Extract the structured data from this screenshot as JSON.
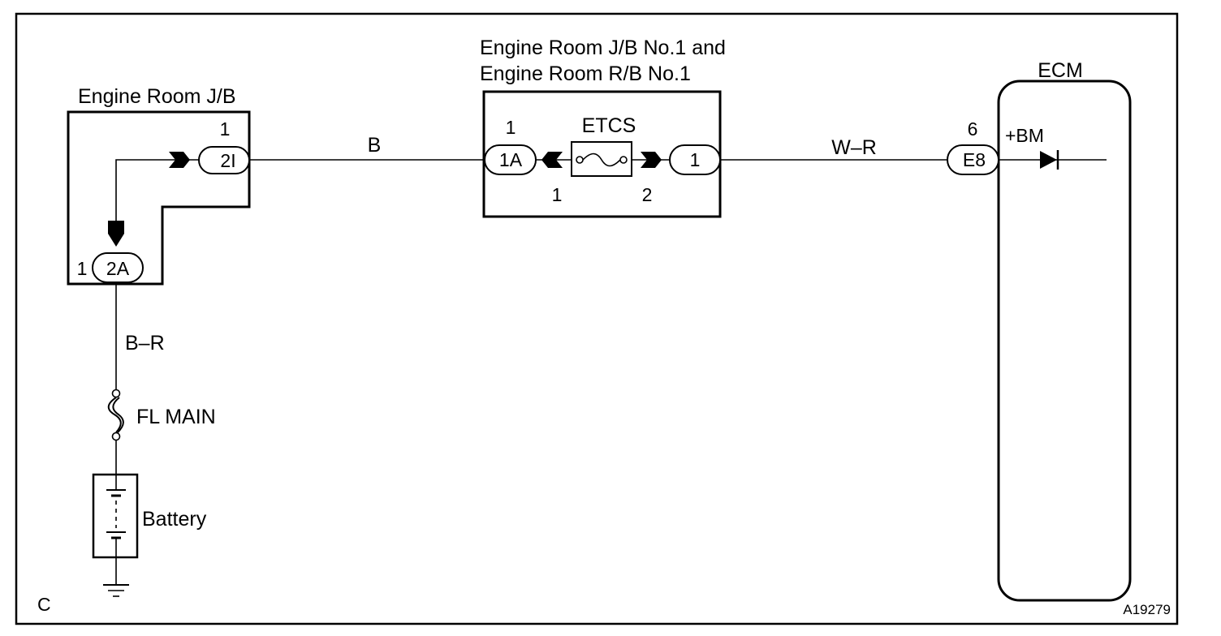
{
  "frame_corner_label": "C",
  "figure_id": "A19279",
  "engine_room_jb": {
    "title": "Engine Room J/B",
    "upper_connector": {
      "name": "2I",
      "pin": "1"
    },
    "lower_connector": {
      "name": "2A",
      "pin": "1"
    }
  },
  "wire_b": "B",
  "engine_room_jb_no1": {
    "title_line1": "Engine Room J/B No.1 and",
    "title_line2": "Engine Room R/B No.1",
    "fuse_label": "ETCS",
    "left_connector": {
      "name": "1A",
      "pin": "1"
    },
    "right_connector": {
      "name": "1"
    },
    "fuse_pin_left": "1",
    "fuse_pin_right": "2"
  },
  "wire_wr": "W–R",
  "ecm": {
    "title": "ECM",
    "connector": {
      "name": "E8",
      "pin": "6"
    },
    "terminal": "+BM"
  },
  "wire_br": "B–R",
  "fusible_link": "FL MAIN",
  "battery": "Battery"
}
